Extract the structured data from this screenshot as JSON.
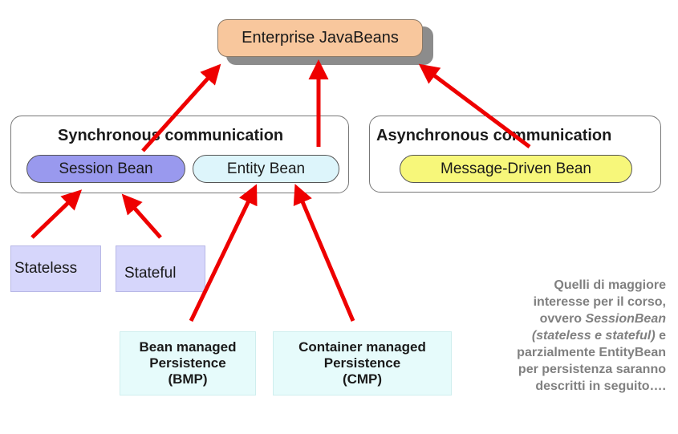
{
  "top": {
    "label": "Enterprise JavaBeans"
  },
  "sync": {
    "title": "Synchronous communication",
    "session": "Session Bean",
    "entity": "Entity Bean"
  },
  "async": {
    "title": "Asynchronous communication",
    "mdb": "Message-Driven Bean"
  },
  "session_types": {
    "stateless": "Stateless",
    "stateful": "Stateful"
  },
  "persistence": {
    "bmp": [
      "Bean managed",
      "Persistence",
      "(BMP)"
    ],
    "cmp": [
      "Container managed",
      "Persistence",
      "(CMP)"
    ]
  },
  "note": {
    "line1": "Quelli di maggiore",
    "line2": "interesse per il corso,",
    "line3_pre": "ovvero ",
    "line3_em": "SessionBean",
    "line4_em": "(stateless e stateful)",
    "line4_post": " e",
    "line5": "parzialmente EntityBean",
    "line6": "per persistenza saranno",
    "line7": "descritti in seguito…."
  },
  "colors": {
    "arrow": "#ee0000",
    "ejb_fill": "#f8c79d",
    "session_fill": "#9999ee",
    "entity_fill": "#ddf5fb",
    "mdb_fill": "#f7f77a",
    "leaf_fill": "#d6d6fb",
    "persist_fill": "#e6fbfb",
    "note_text": "#808080"
  }
}
